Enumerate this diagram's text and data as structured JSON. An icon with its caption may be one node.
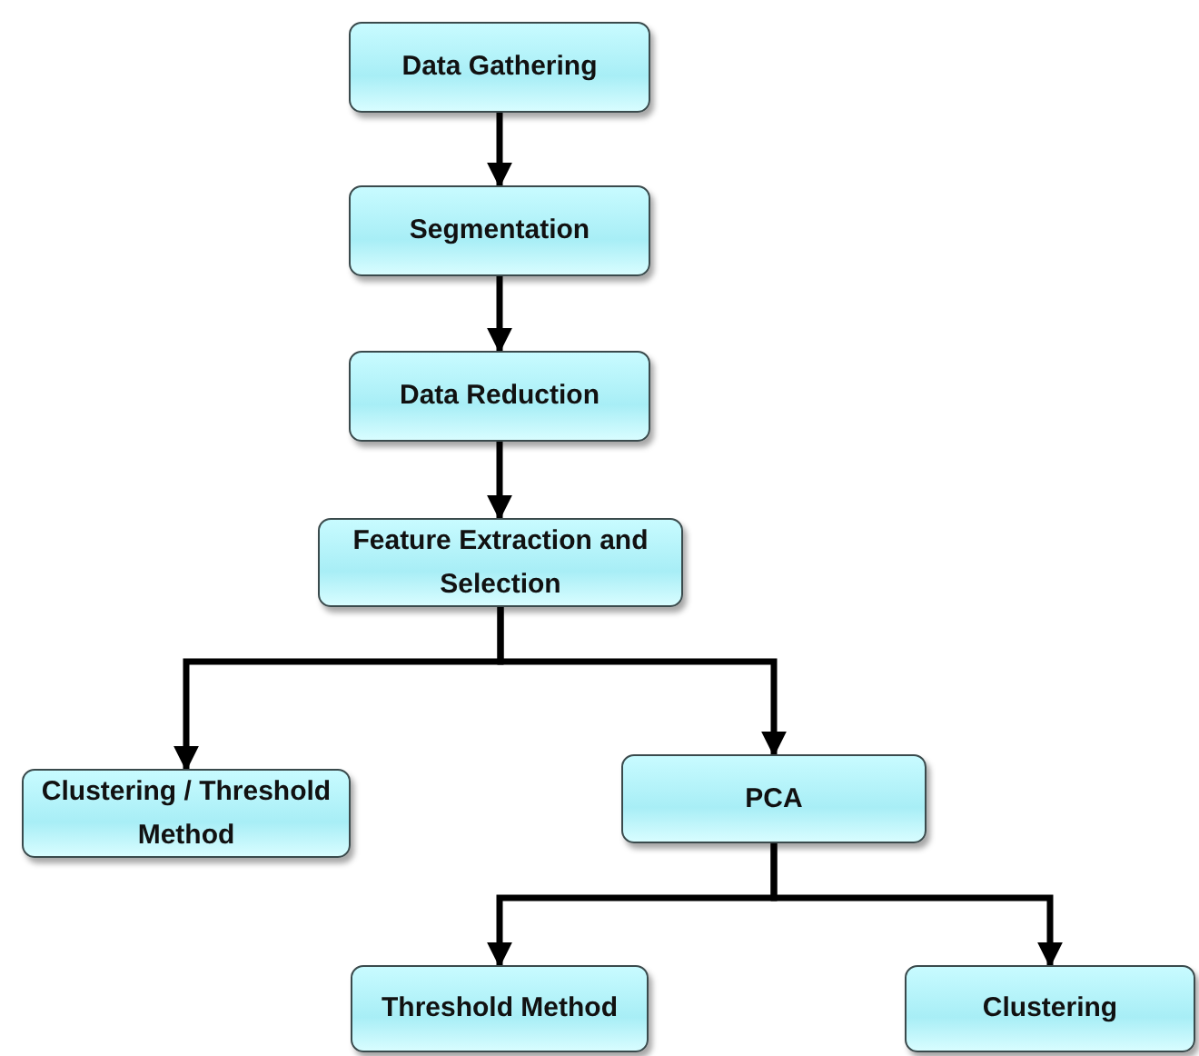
{
  "diagram": {
    "nodes": [
      {
        "text": [
          "Data Gathering"
        ]
      },
      {
        "text": [
          "Segmentation"
        ]
      },
      {
        "text": [
          "Data Reduction"
        ]
      },
      {
        "text": [
          "Feature Extraction and Selection"
        ]
      },
      {
        "text": [
          "Clustering / Threshold Method"
        ]
      },
      {
        "text": [
          "PCA"
        ]
      },
      {
        "text": [
          "Threshold Method"
        ]
      },
      {
        "text": [
          "Clustering"
        ]
      }
    ],
    "edges": [
      {
        "from": 0,
        "to": 1,
        "arrow": "to"
      },
      {
        "from": 1,
        "to": 2,
        "arrow": "to"
      },
      {
        "from": 2,
        "to": 3,
        "arrow": "to"
      },
      {
        "from": 3,
        "to": 4,
        "arrow": "to"
      },
      {
        "from": 3,
        "to": 5,
        "arrow": "to"
      },
      {
        "from": 5,
        "to": 6,
        "arrow": "to"
      },
      {
        "from": 5,
        "to": 7,
        "arrow": "to"
      }
    ]
  }
}
